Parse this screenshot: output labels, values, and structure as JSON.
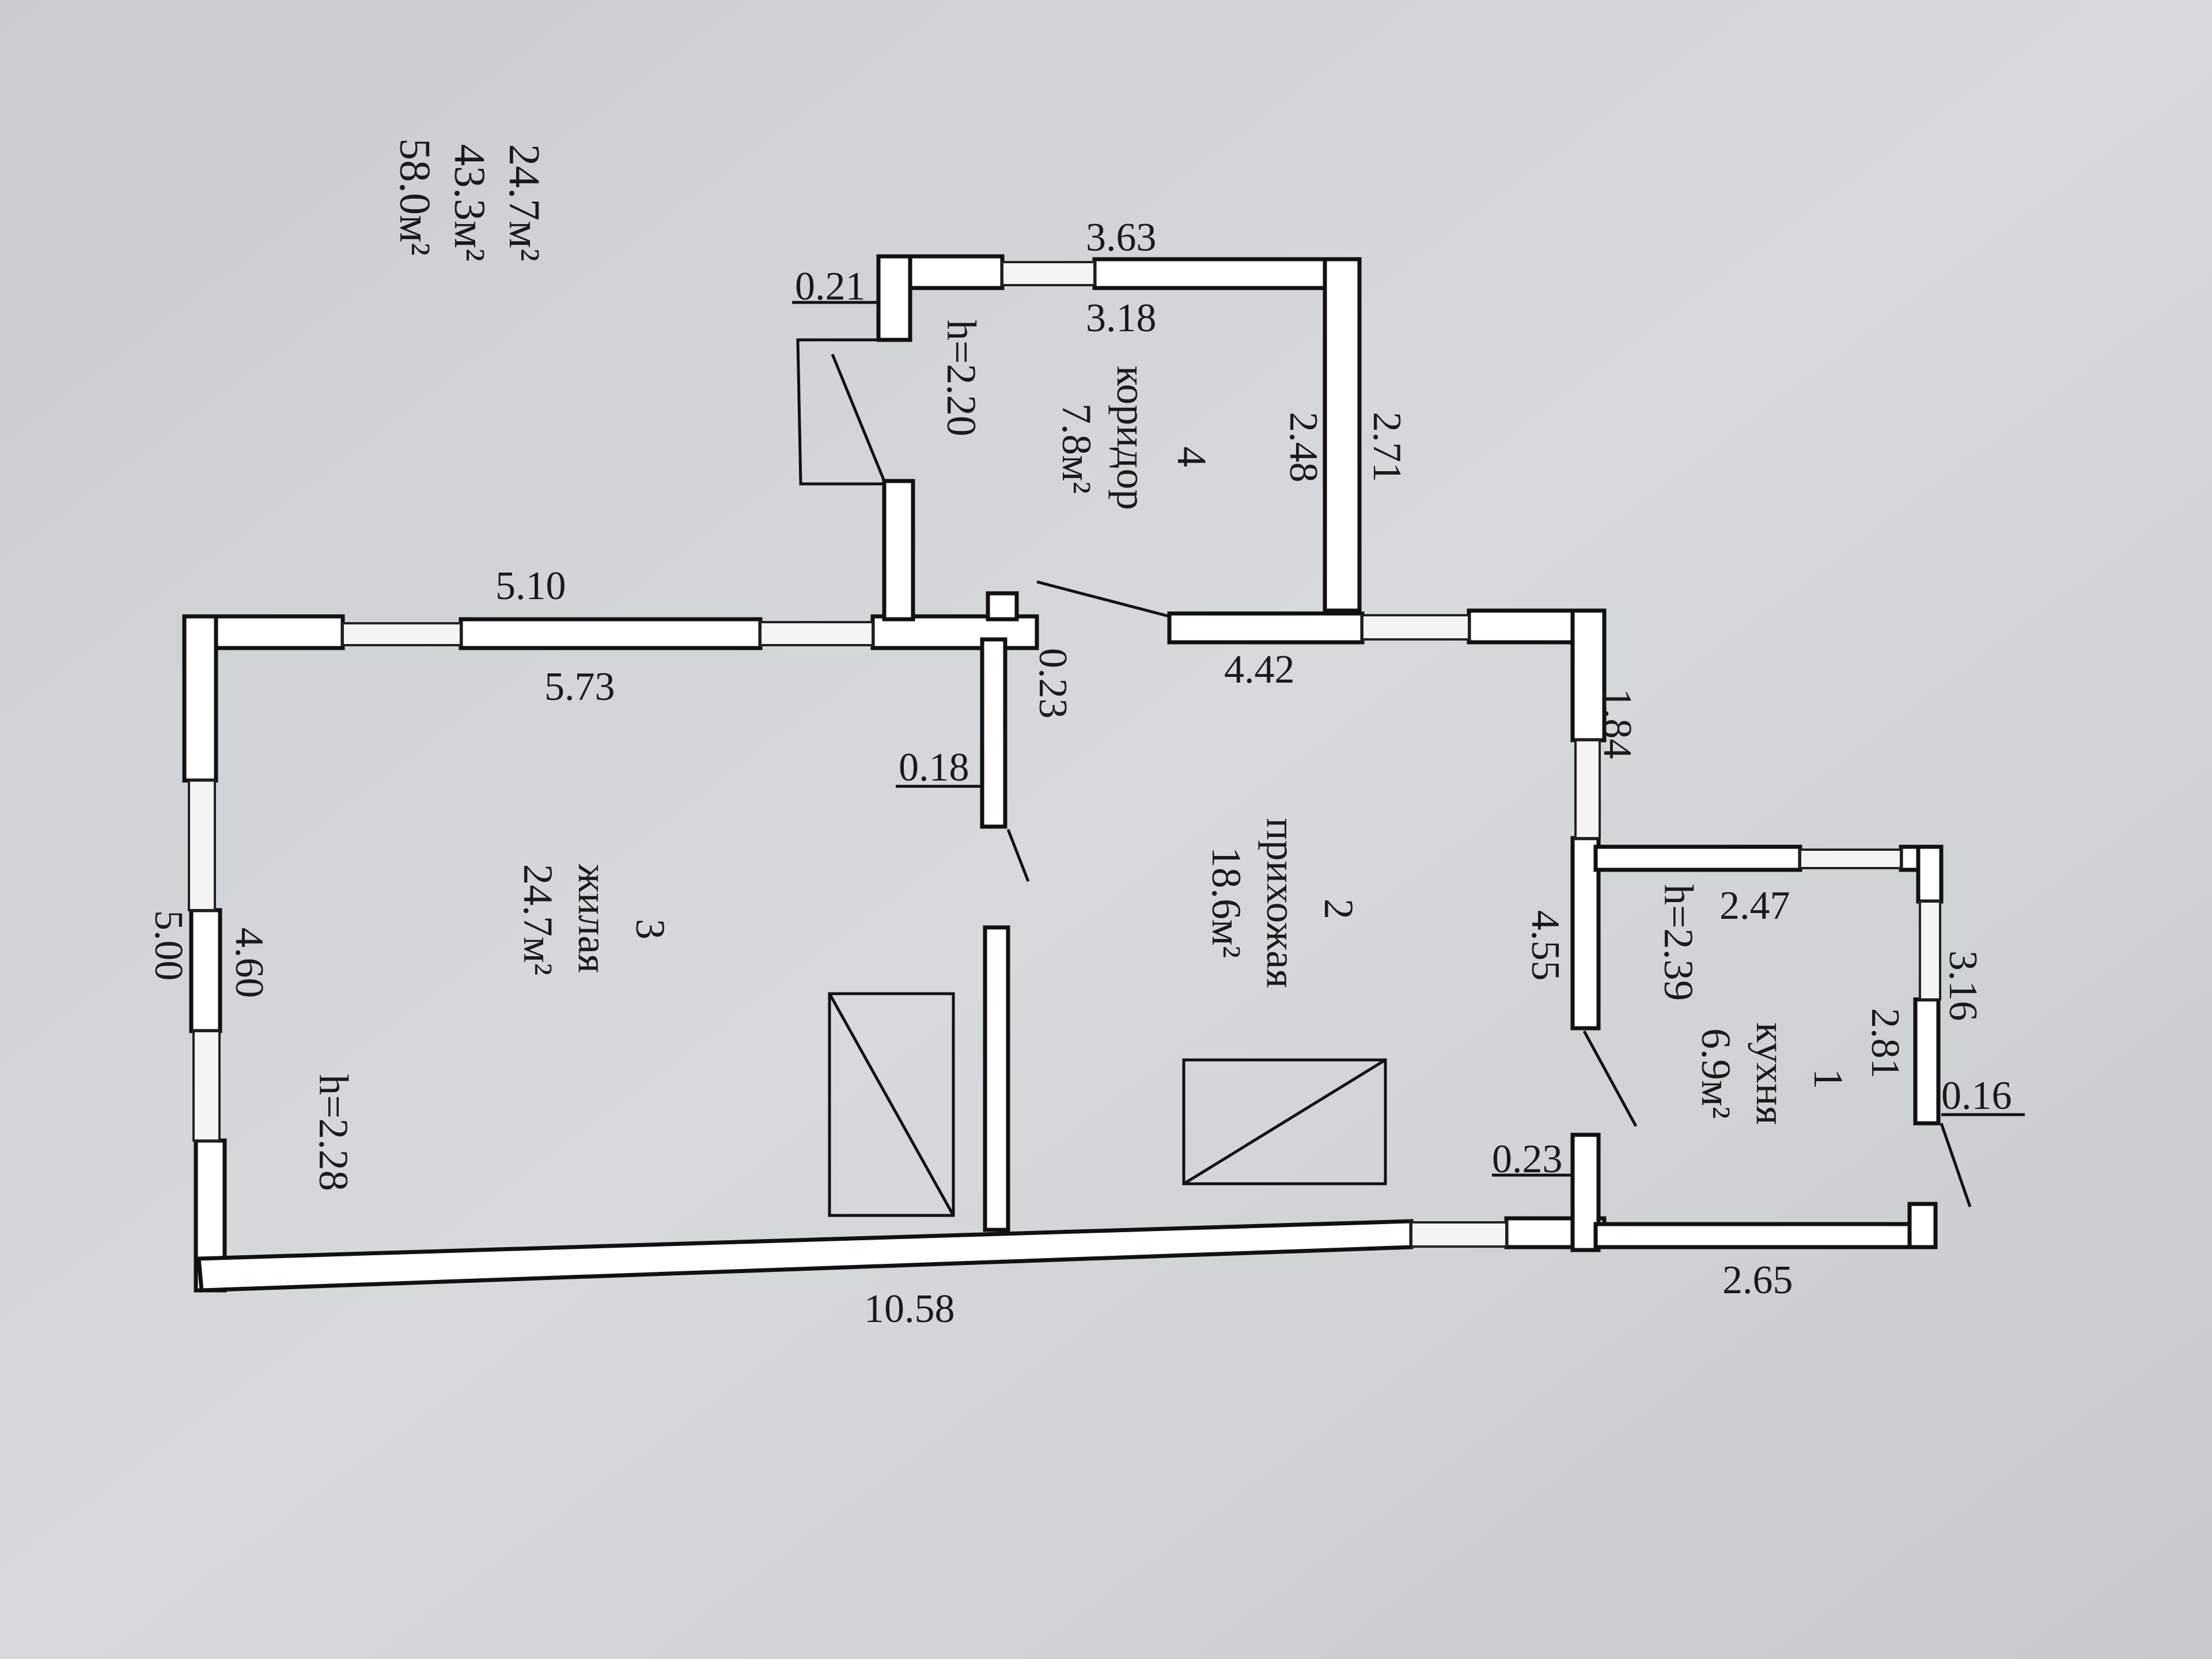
{
  "totals": {
    "living": "24.7м²",
    "useful": "43.3м²",
    "total": "58.0м²"
  },
  "rooms": [
    {
      "number": "1",
      "name": "кухня",
      "area": "6.9м²",
      "height": "h=2.39"
    },
    {
      "number": "2",
      "name": "прихожая",
      "area": "18.6м²"
    },
    {
      "number": "3",
      "name": "жилая",
      "area": "24.7м²",
      "height": "h=2.28"
    },
    {
      "number": "4",
      "name": "коридор",
      "area": "7.8м²",
      "height": "h=2.20"
    }
  ],
  "dimensions": {
    "d363": "3.63",
    "d318": "3.18",
    "d021": "0.21",
    "d248": "2.48",
    "d271": "2.71",
    "d510": "5.10",
    "d573": "5.73",
    "d442": "4.42",
    "d023a": "0.23",
    "d018": "0.18",
    "d184": "1.84",
    "d247": "2.47",
    "d316": "3.16",
    "d281": "2.81",
    "d016": "0.16",
    "d455": "4.55",
    "d023b": "0.23",
    "d265": "2.65",
    "d1058": "10.58",
    "d500": "5.00",
    "d460": "4.60"
  }
}
